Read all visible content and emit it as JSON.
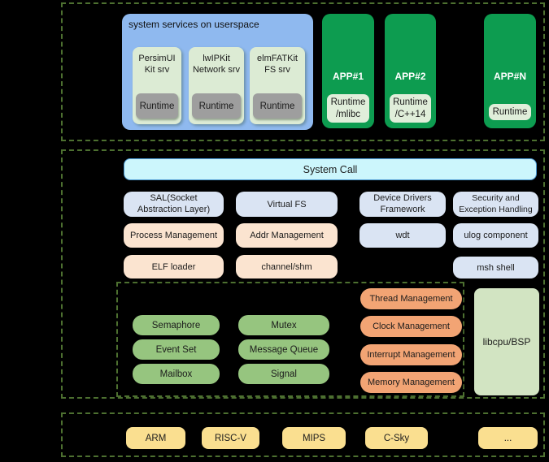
{
  "colors": {
    "background": "#000000",
    "dashed_border": "#4d7030",
    "panel_blue": "#8fb9ef",
    "service_pale_green": "#dcebd4",
    "runtime_gray": "#9e9e9e",
    "app_green": "#0d9c50",
    "app_runtime_pale": "#e0eeda",
    "system_call_fill": "#ccf6fc",
    "system_call_border": "#4a97d2",
    "framework_blue_gray": "#dae4f3",
    "management_peach": "#fbe4d0",
    "kernel_ipc_green": "#96c57f",
    "kernel_core_orange": "#f2a474",
    "libcpu_green": "#d2e4c2",
    "arch_yellow": "#fadf90"
  },
  "userspace": {
    "services_panel": {
      "title": "system services on userspace",
      "services": [
        {
          "name": "PersimUI\nKit srv",
          "runtime": "Runtime"
        },
        {
          "name": "lwIPKit\nNetwork srv",
          "runtime": "Runtime"
        },
        {
          "name": "elmFATKit\nFS srv",
          "runtime": "Runtime"
        }
      ]
    },
    "apps": [
      {
        "label": "APP#1",
        "runtime": "Runtime\n/mlibc"
      },
      {
        "label": "APP#2",
        "runtime": "Runtime\n/C++14"
      },
      {
        "label": "APP#N",
        "runtime": "Runtime"
      }
    ]
  },
  "services_layer": {
    "system_call": "System Call",
    "boxes": {
      "sal": "SAL(Socket\nAbstraction Layer)",
      "virtual_fs": "Virtual FS",
      "device_drivers": "Device Drivers\nFramework",
      "security": "Security and\nException Handling",
      "process_mgmt": "Process Management",
      "addr_mgmt": "Addr Management",
      "wdt": "wdt",
      "ulog": "ulog component",
      "elf_loader": "ELF loader",
      "channel_shm": "channel/shm",
      "msh_shell": "msh shell"
    }
  },
  "kernel": {
    "ipc": [
      "Semaphore",
      "Event Set",
      "Mailbox",
      "Mutex",
      "Message Queue",
      "Signal"
    ],
    "core": [
      "Thread Management",
      "Clock Management",
      "Interrupt Management",
      "Memory Management"
    ],
    "libcpu": "libcpu/BSP"
  },
  "arch": {
    "items": [
      "ARM",
      "RISC-V",
      "MIPS",
      "C-Sky",
      "..."
    ]
  }
}
